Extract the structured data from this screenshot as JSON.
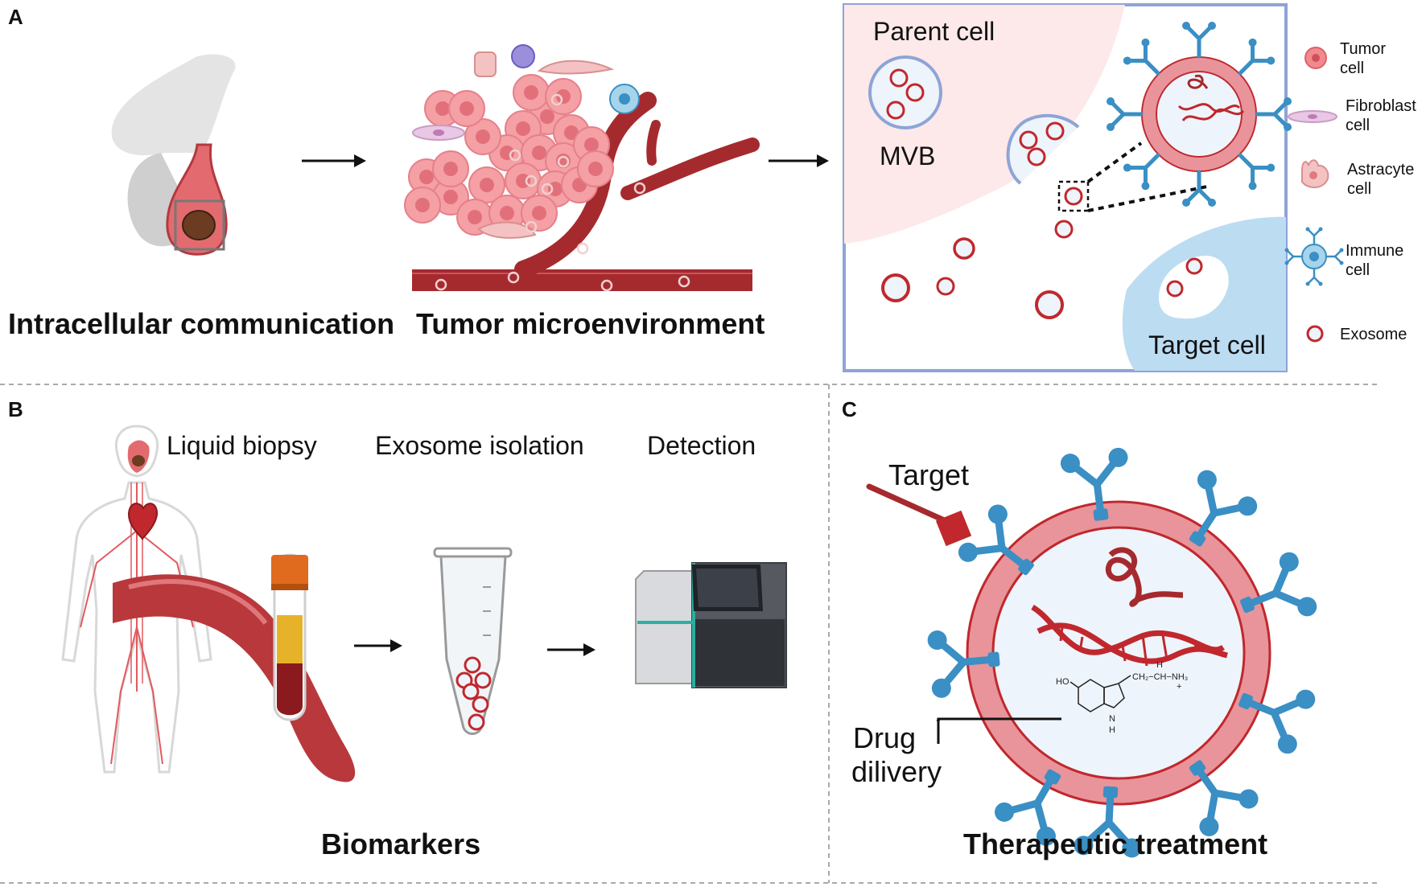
{
  "panels": {
    "a": {
      "letter": "A",
      "caption_left": "Intracellular communication",
      "caption_mid": "Tumor microenvironment",
      "parent_cell_label": "Parent  cell",
      "mvb_label": "MVB",
      "target_cell_label": "Target  cell"
    },
    "b": {
      "letter": "B",
      "step1_label": "Liquid biopsy",
      "step2_label": "Exosome isolation",
      "step3_label": "Detection",
      "caption": "Biomarkers"
    },
    "c": {
      "letter": "C",
      "target_label": "Target",
      "drug_label_line1": "Drug",
      "drug_label_line2": "dilivery",
      "caption": "Therapeutic treatment",
      "chem_ho": "HO",
      "chem_h": "H",
      "chem_n": "N",
      "chem_side": "CH₂−CH−NH₃",
      "chem_plus": "+"
    }
  },
  "legend": [
    {
      "label_line1": "Tumor",
      "label_line2": "cell",
      "icon": "tumor-cell-icon"
    },
    {
      "label_line1": "Fibroblast",
      "label_line2": "cell",
      "icon": "fibroblast-cell-icon"
    },
    {
      "label_line1": "Astracyte",
      "label_line2": "cell",
      "icon": "astrocyte-cell-icon"
    },
    {
      "label_line1": "Immune",
      "label_line2": "cell",
      "icon": "immune-cell-icon"
    },
    {
      "label_line1": "Exosome",
      "label_line2": "",
      "icon": "exosome-icon"
    }
  ],
  "colors": {
    "exosome_red": "#c0282d",
    "vessel_red": "#a52a2e",
    "antibody_blue": "#3a8fc4",
    "parent_cell_pink": "#fde9e9",
    "target_cell_blue": "#bcdcf2",
    "box_border": "#8ea4d6"
  }
}
